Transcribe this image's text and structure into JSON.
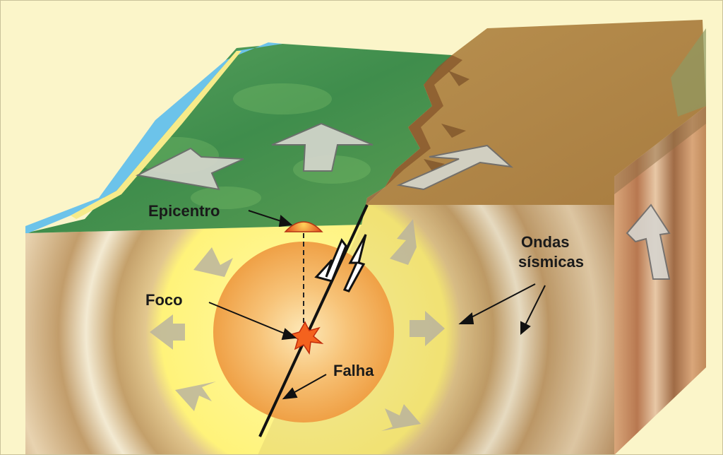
{
  "labels": {
    "epicenter": "Epicentro",
    "focus": "Foco",
    "seismic_waves_line1": "Ondas",
    "seismic_waves_line2": "sísmicas",
    "fault": "Falha"
  },
  "colors": {
    "background": "#fbf5c9",
    "water": "#6cc3ea",
    "grass": "#4f9a55",
    "dry_land": "#b8894a",
    "crust": "#c9a36c",
    "wave_yellow": "#fff37a",
    "focus_sphere": "#f3a44a",
    "focus_star": "#e8401c",
    "arrow": "#cfcfc5",
    "fault_line": "#111111"
  }
}
